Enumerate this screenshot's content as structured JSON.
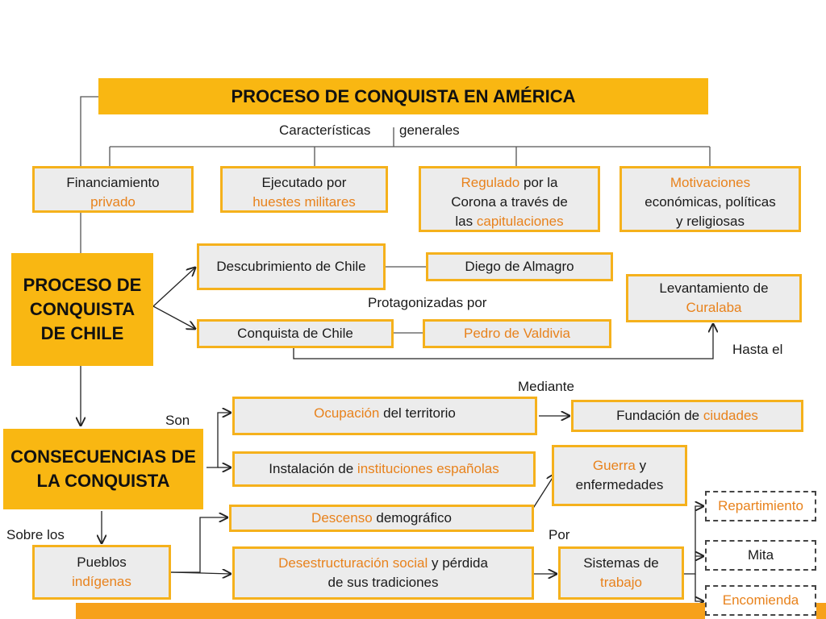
{
  "title": "PROCESO DE CONQUISTA EN AMÉRICA",
  "labels": {
    "caracteristicas": "Características",
    "generales": "generales",
    "protagonizadas": "Protagonizadas por",
    "hasta": "Hasta el",
    "mediante": "Mediante",
    "son": "Son",
    "sobre": "Sobre los",
    "por": "Por"
  },
  "characteristics": [
    {
      "parts": [
        {
          "t": "Financiamiento",
          "hl": false
        },
        {
          "t": "privado",
          "hl": true,
          "br": true
        }
      ]
    },
    {
      "parts": [
        {
          "t": "Ejecutado por",
          "hl": false
        },
        {
          "t": "huestes militares",
          "hl": true,
          "br": true
        }
      ]
    },
    {
      "parts": [
        {
          "t": "Regulado",
          "hl": true
        },
        {
          "t": " por la",
          "hl": false
        },
        {
          "t": "Corona  a través de",
          "hl": false,
          "br": true
        },
        {
          "t": "las ",
          "hl": false,
          "br": true
        },
        {
          "t": "capitulaciones",
          "hl": true
        }
      ]
    },
    {
      "parts": [
        {
          "t": "Motivaciones",
          "hl": true
        },
        {
          "t": "económicas, políticas",
          "hl": false,
          "br": true
        },
        {
          "t": "y religiosas",
          "hl": false,
          "br": true
        }
      ]
    }
  ],
  "chile": {
    "title": "PROCESO DE CONQUISTA DE CHILE",
    "descubrimiento": "Descubrimiento de Chile",
    "almagro": "Diego de Almagro",
    "conquista": "Conquista de Chile",
    "valdivia": "Pedro de Valdivia",
    "levantamiento_a": "Levantamiento de",
    "levantamiento_b": "Curalaba"
  },
  "consequences": {
    "title": "CONSECUENCIAS DE LA CONQUISTA",
    "ocupacion_hl": "Ocupación",
    "ocupacion_rest": " del territorio",
    "fundacion_a": "Fundación de ",
    "fundacion_hl": "ciudades",
    "instalacion_a": "Instalación de ",
    "instalacion_hl": "instituciones españolas",
    "guerra_hl": "Guerra",
    "guerra_a": " y",
    "guerra_b": "enfermedades",
    "descenso_hl": "Descenso",
    "descenso_rest": " demográfico",
    "pueblos_a": "Pueblos",
    "pueblos_hl": "indígenas",
    "desestructuracion_hl": "Desestructuración social",
    "desestructuracion_a": " y pérdida",
    "desestructuracion_b": "de sus tradiciones",
    "sistemas_a": "Sistemas de",
    "sistemas_hl": "trabajo",
    "repartimiento": "Repartimiento",
    "mita": "Mita",
    "encomienda": "Encomienda"
  },
  "colors": {
    "accent": "#f9b712",
    "highlight": "#e8821c",
    "box_fill": "#ececec"
  }
}
